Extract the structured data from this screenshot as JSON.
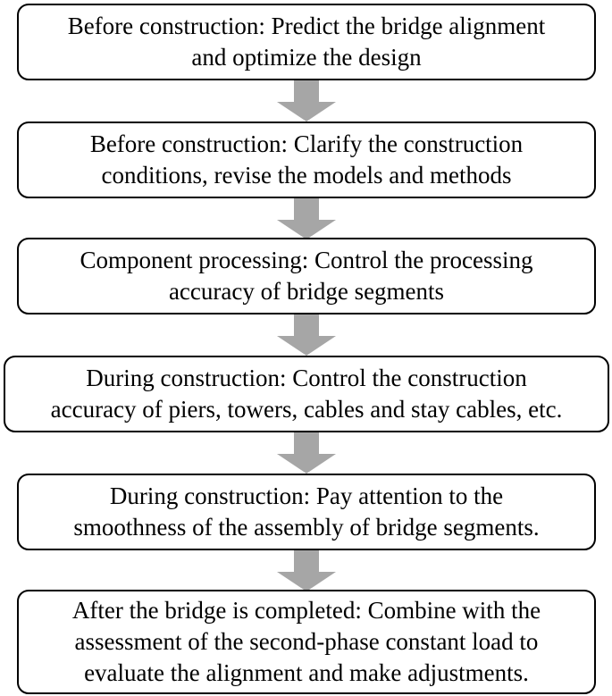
{
  "colors": {
    "box_border": "#000000",
    "arrow_fill": "#a6a6a6",
    "text": "#000000"
  },
  "steps": [
    {
      "lines": [
        "Before construction: Predict the bridge alignment",
        "and optimize the design"
      ]
    },
    {
      "lines": [
        "Before construction: Clarify the construction",
        "conditions, revise the models and methods"
      ]
    },
    {
      "lines": [
        "Component processing: Control the processing",
        "accuracy of bridge segments"
      ]
    },
    {
      "lines": [
        "During construction: Control the construction",
        "accuracy of piers, towers, cables and stay cables, etc."
      ]
    },
    {
      "lines": [
        "During construction: Pay attention to the",
        "smoothness of the assembly of bridge segments."
      ]
    },
    {
      "lines": [
        "After the bridge is completed: Combine with the",
        "assessment of the second-phase constant load to",
        "evaluate the alignment and make adjustments."
      ]
    }
  ],
  "arrow_icon": "down-arrow-icon"
}
